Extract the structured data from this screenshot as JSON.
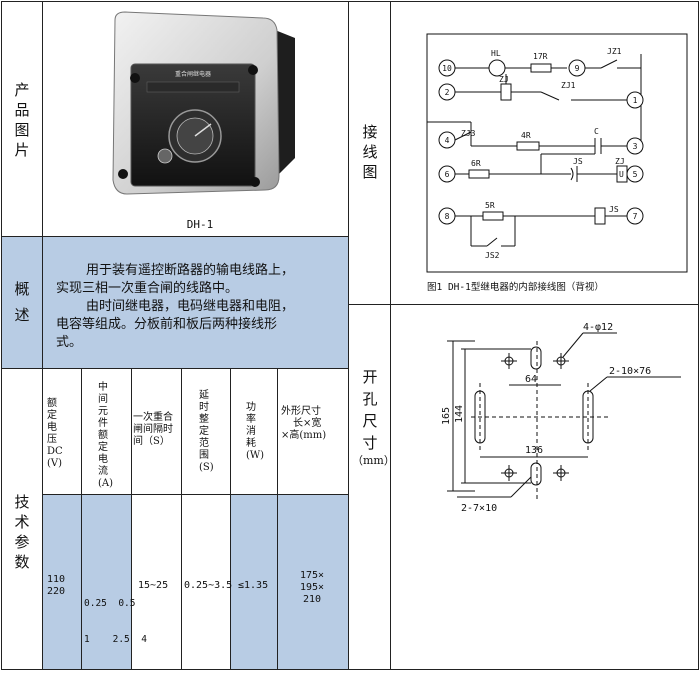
{
  "product_image": {
    "section_label": [
      "产",
      "品",
      "图",
      "片"
    ],
    "caption": "DH-1",
    "device_face_text": "重合闸继电器"
  },
  "overview": {
    "section_label": [
      "概",
      "述"
    ],
    "para1_line1": "用于装有遥控断路器的输电线路上，",
    "para1_line2": "实现三相一次重合闸的线路中。",
    "para2_line1": "由时间继电器，电码继电器和电阻，",
    "para2_line2": "电容等组成。分板前和板后两种接线形",
    "para2_line3": "式。"
  },
  "tech": {
    "section_label": [
      "技",
      "术",
      "参",
      "数"
    ],
    "headers": [
      [
        "额",
        "定",
        "电",
        "压",
        "DC",
        "(V)"
      ],
      [
        "中",
        "间",
        "元",
        "件",
        "额",
        "定",
        "电",
        "流",
        "(A)"
      ],
      [
        "一次重合",
        "闸间隔时",
        "间（S）"
      ],
      [
        "延",
        "时",
        "整",
        "定",
        "范",
        "围",
        "(S)"
      ],
      [
        "功",
        "率",
        "消",
        "耗",
        "(W)"
      ],
      [
        "外形尺寸",
        "长×宽",
        "×高(mm)"
      ]
    ],
    "values": {
      "voltage": [
        "110",
        "220"
      ],
      "current_line1": "0.25  0.5",
      "current_line2": "1    2.5  4",
      "reclose_time": "15~25",
      "delay_range": "0.25~3.5",
      "power": "≤1.35",
      "dimensions": [
        "175×",
        "195×",
        "210"
      ]
    }
  },
  "wiring": {
    "section_label": [
      "接",
      "线",
      "图"
    ],
    "caption": "图1  DH-1型继电器的内部接线图（背视）",
    "terminals": [
      "10",
      "9",
      "2",
      "1",
      "4",
      "3",
      "6",
      "5",
      "8",
      "7"
    ],
    "labels": {
      "hl": "HL",
      "r17": "17R",
      "jz1": "JZ1",
      "zj_top": "ZJ",
      "zj1": "ZJ1",
      "zj3": "ZJ3",
      "r4": "4R",
      "c": "C",
      "r6": "6R",
      "js_mid": "JS",
      "zj_u_label": "ZJ",
      "zj_u": "U",
      "r5": "5R",
      "js_bot": "JS",
      "js2": "JS2"
    }
  },
  "cutout": {
    "section_label": [
      "开",
      "孔",
      "尺",
      "寸",
      "（mm）"
    ],
    "dims": {
      "holes": "4-φ12",
      "slots": "2-10×76",
      "w64": "64",
      "w136": "136",
      "h165": "165",
      "h144": "144",
      "bottom": "2-7×10"
    }
  }
}
